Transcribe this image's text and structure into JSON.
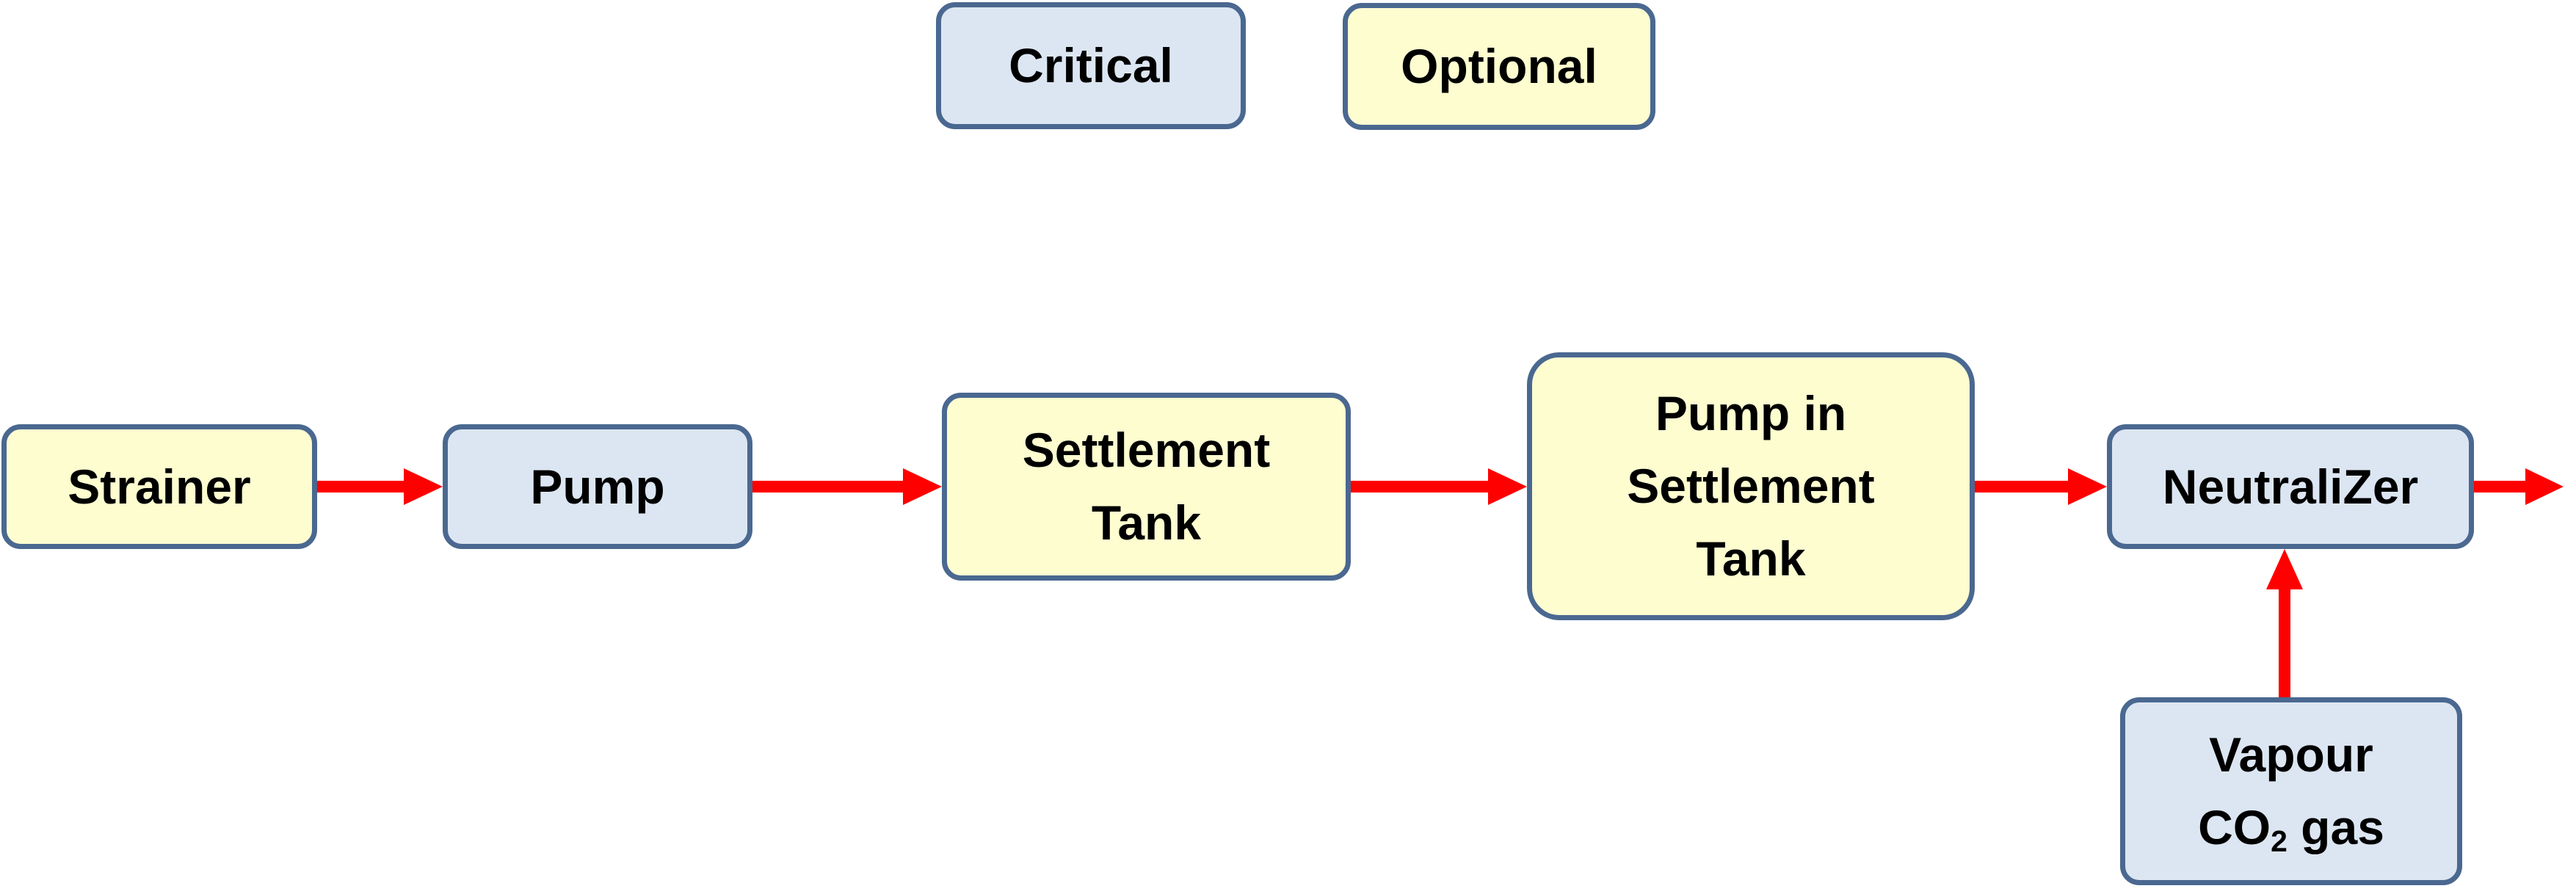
{
  "legend": {
    "critical_label": "Critical",
    "optional_label": "Optional"
  },
  "nodes": {
    "strainer": {
      "label": "Strainer",
      "category": "optional"
    },
    "pump": {
      "label": "Pump",
      "category": "critical"
    },
    "settlement_tank": {
      "line1": "Settlement",
      "line2": "Tank",
      "category": "optional"
    },
    "pump_in_settlement_tank": {
      "line1": "Pump in",
      "line2": "Settlement",
      "line3": "Tank",
      "category": "optional"
    },
    "neutralizer": {
      "label": "NeutraliZer",
      "category": "critical"
    },
    "vapour_co2_gas": {
      "line1": "Vapour",
      "line2_prefix": "CO",
      "line2_sub": "2",
      "line2_suffix": " gas",
      "category": "critical"
    }
  },
  "edges": [
    {
      "from": "strainer",
      "to": "pump"
    },
    {
      "from": "pump",
      "to": "settlement_tank"
    },
    {
      "from": "settlement_tank",
      "to": "pump_in_settlement_tank"
    },
    {
      "from": "pump_in_settlement_tank",
      "to": "neutralizer"
    },
    {
      "from": "neutralizer",
      "to": "output"
    },
    {
      "from": "vapour_co2_gas",
      "to": "neutralizer"
    }
  ],
  "colors": {
    "critical_fill": "#dce6f2",
    "optional_fill": "#fdfdd0",
    "border": "#4a6890",
    "arrow": "#ff0000"
  }
}
